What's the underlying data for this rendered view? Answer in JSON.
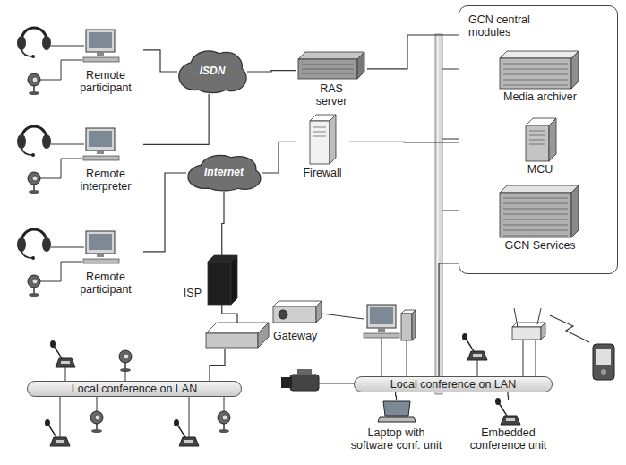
{
  "diagram": {
    "nodes": [
      {
        "text": [
          "GCN central modules"
        ]
      },
      {
        "text": [
          "Media archiver"
        ],
        "in": 0
      },
      {
        "text": [
          "MCU"
        ],
        "in": 0
      },
      {
        "text": [
          "GCN Services"
        ],
        "in": 0
      },
      {
        "text": [
          "Remote participant"
        ]
      },
      {
        "text": [
          "ISDN"
        ]
      },
      {
        "text": [
          "RAS server"
        ]
      },
      {
        "text": [
          "Remote interpreter"
        ]
      },
      {
        "text": [
          "Internet"
        ]
      },
      {
        "text": [
          "Firewall"
        ]
      },
      {
        "text": [
          "Remote participant"
        ]
      },
      {
        "text": [
          "ISP"
        ]
      },
      {
        "text": [
          "Gateway"
        ]
      },
      {
        "text": [
          "Local conference on LAN"
        ]
      },
      {
        "text": [
          "Local conference on LAN"
        ]
      },
      {
        "text": [
          "Laptop with software conf. unit"
        ]
      },
      {
        "text": [
          "Embedded conference unit"
        ]
      }
    ],
    "edges": [
      {
        "from": 4,
        "to": 5,
        "arrow": "none"
      },
      {
        "from": 7,
        "to": 5,
        "arrow": "none"
      },
      {
        "from": 5,
        "to": 6,
        "arrow": "none"
      },
      {
        "from": 6,
        "to": 0,
        "arrow": "none"
      },
      {
        "from": 10,
        "to": 8,
        "arrow": "none"
      },
      {
        "from": 8,
        "to": 9,
        "arrow": "none"
      },
      {
        "from": 9,
        "to": 0,
        "arrow": "none"
      },
      {
        "from": 8,
        "to": 11,
        "arrow": "none"
      },
      {
        "from": 11,
        "to": 12,
        "arrow": "none"
      },
      {
        "from": 12,
        "to": 13,
        "arrow": "none"
      },
      {
        "from": 14,
        "to": 0,
        "arrow": "none"
      },
      {
        "from": 15,
        "to": 14,
        "arrow": "none"
      },
      {
        "from": 16,
        "to": 14,
        "arrow": "none"
      }
    ]
  }
}
